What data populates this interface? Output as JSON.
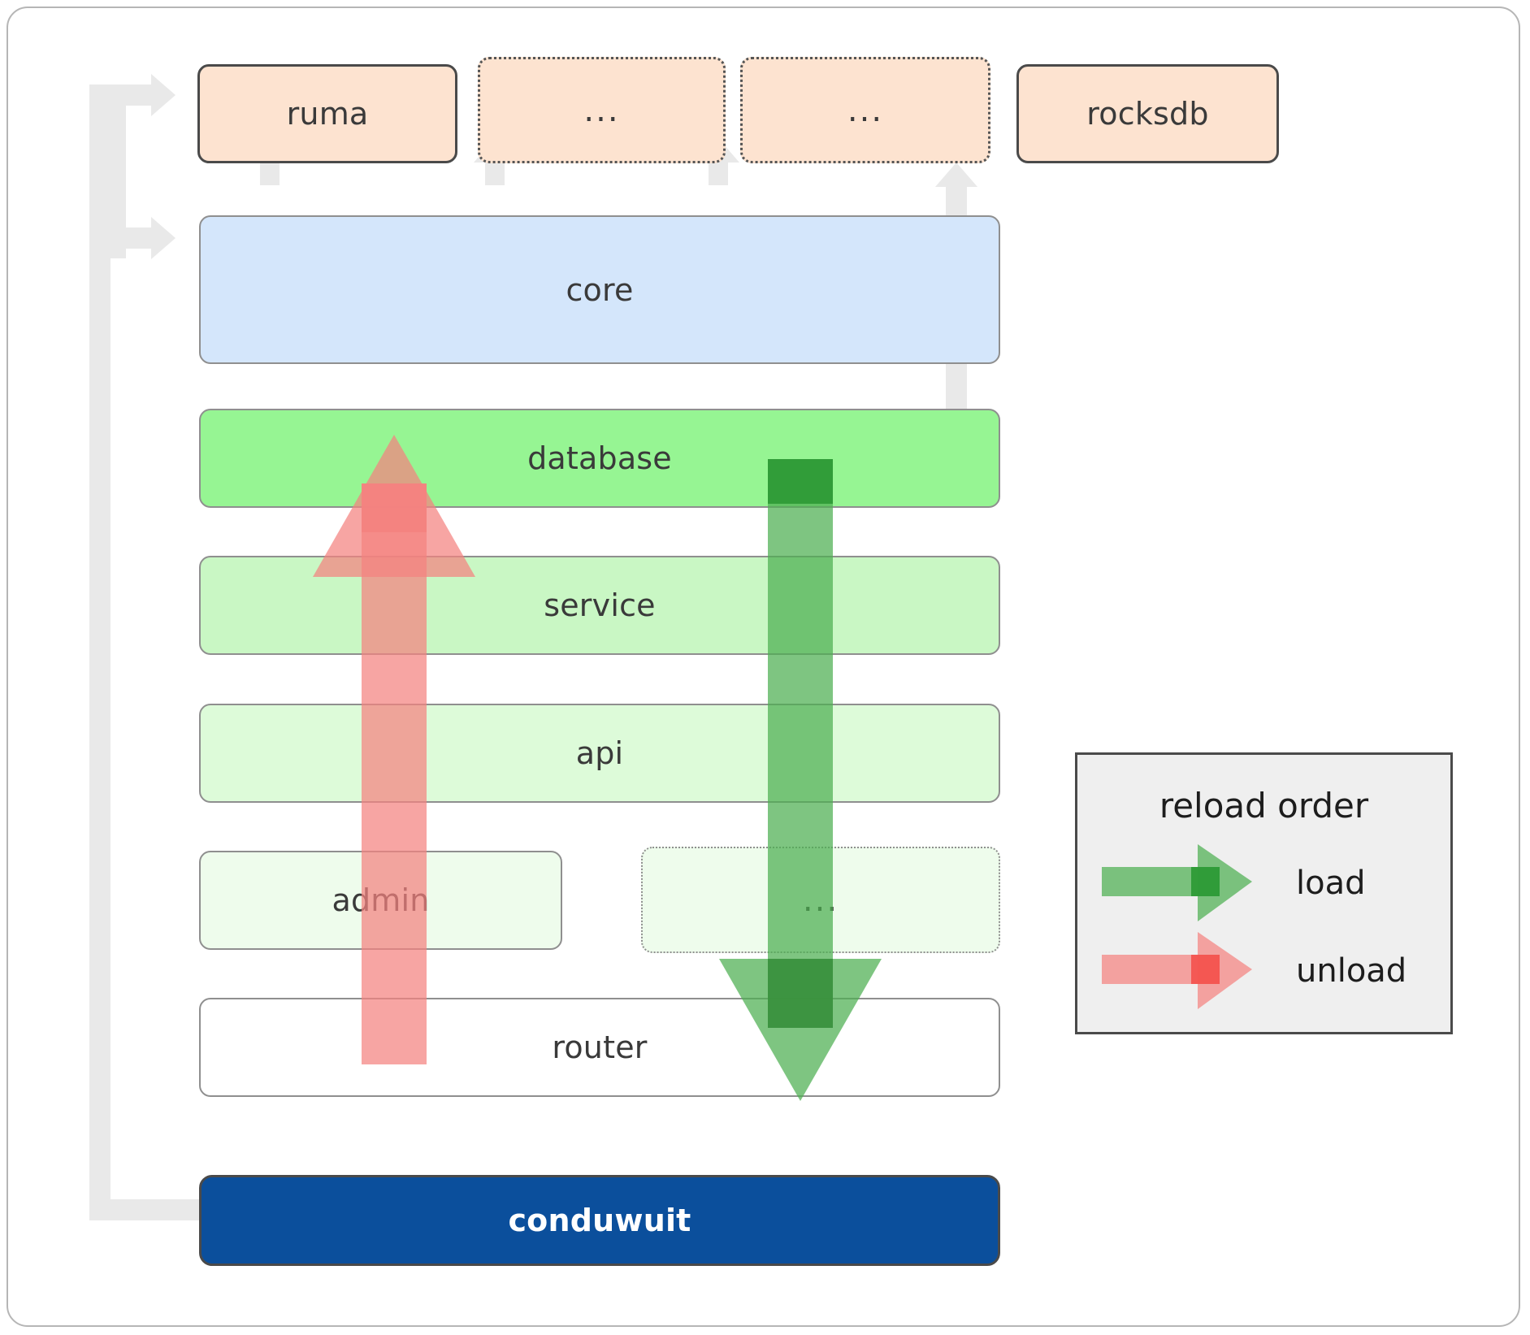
{
  "diagram": {
    "title": "conduwuit crate architecture / reload order",
    "nodes": {
      "ruma": "ruma",
      "dots_top_1": "...",
      "dots_top_2": "...",
      "rocksdb": "rocksdb",
      "core": "core",
      "database": "database",
      "service": "service",
      "api": "api",
      "admin": "admin",
      "dots_mid": "...",
      "router": "router",
      "conduwuit": "conduwuit"
    },
    "legend": {
      "title": "reload order",
      "items": [
        {
          "label": "load",
          "color": "#4caf50"
        },
        {
          "label": "unload",
          "color": "#f4827f"
        }
      ]
    },
    "colors": {
      "peach": "#fde3d0",
      "blue": "#d4e6fb",
      "green_database": "#96f593",
      "green_service": "#c9f7c4",
      "green_api": "#ddfbd9",
      "green_admin": "#eefcec",
      "navy": "#0b4f9c",
      "connector_grey": "#e9e9e9",
      "legend_bg": "#efefef",
      "load_arrow": "#4caf50",
      "unload_arrow": "#f4827f"
    }
  }
}
